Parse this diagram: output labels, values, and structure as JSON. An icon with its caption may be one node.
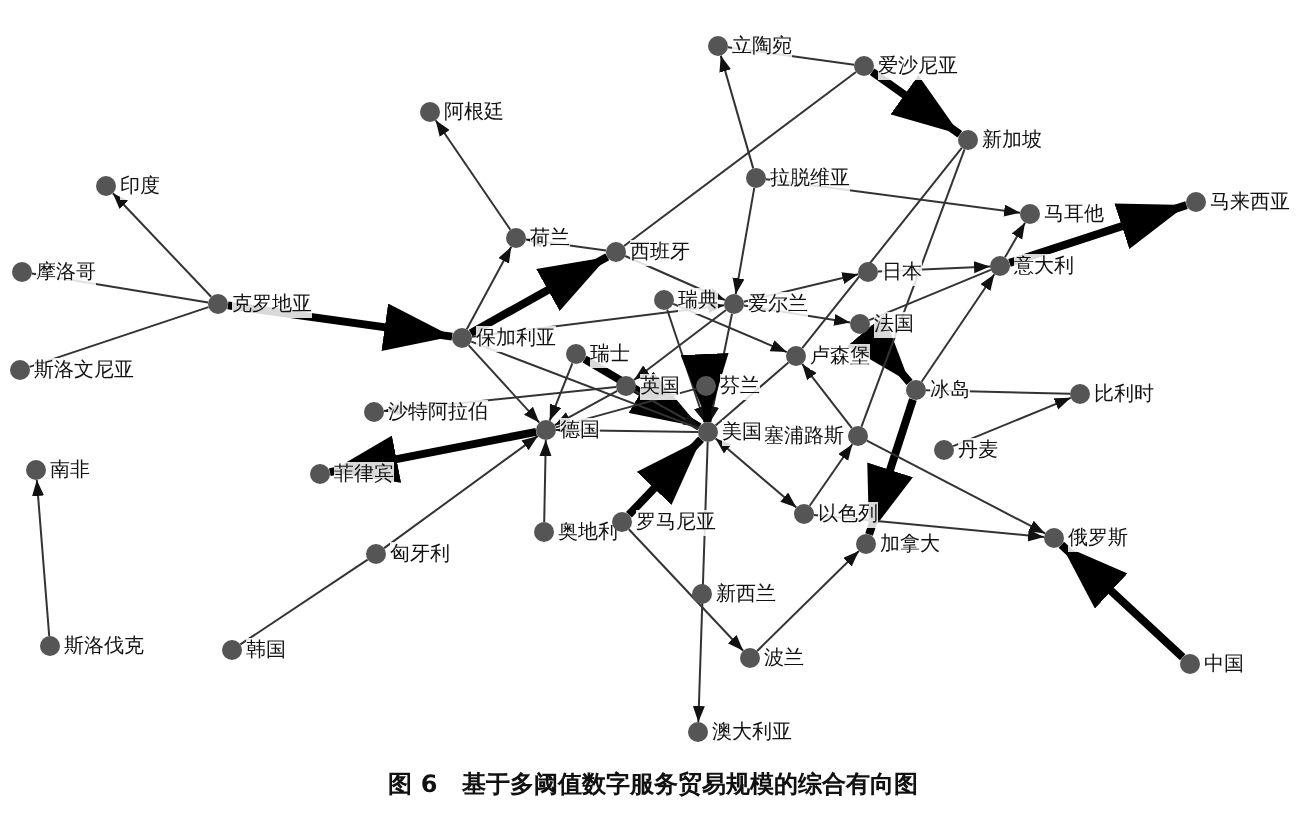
{
  "diagram": {
    "caption": "图 6　基于多阈值数字服务贸易规模的综合有向图",
    "nodes": [
      {
        "text": [
          "立陶宛"
        ]
      },
      {
        "text": [
          "爱沙尼亚"
        ]
      },
      {
        "text": [
          "阿根廷"
        ]
      },
      {
        "text": [
          "新加坡"
        ]
      },
      {
        "text": [
          "印度"
        ]
      },
      {
        "text": [
          "拉脱维亚"
        ]
      },
      {
        "text": [
          "马耳他"
        ]
      },
      {
        "text": [
          "马来西亚"
        ]
      },
      {
        "text": [
          "荷兰"
        ]
      },
      {
        "text": [
          "西班牙"
        ]
      },
      {
        "text": [
          "摩洛哥"
        ]
      },
      {
        "text": [
          "克罗地亚"
        ]
      },
      {
        "text": [
          "日本"
        ]
      },
      {
        "text": [
          "意大利"
        ]
      },
      {
        "text": [
          "瑞典"
        ]
      },
      {
        "text": [
          "爱尔兰"
        ]
      },
      {
        "text": [
          "保加利亚"
        ]
      },
      {
        "text": [
          "法国"
        ]
      },
      {
        "text": [
          "斯洛文尼亚"
        ]
      },
      {
        "text": [
          "瑞士"
        ]
      },
      {
        "text": [
          "卢森堡"
        ]
      },
      {
        "text": [
          "英国"
        ]
      },
      {
        "text": [
          "芬兰"
        ]
      },
      {
        "text": [
          "冰岛"
        ]
      },
      {
        "text": [
          "比利时"
        ]
      },
      {
        "text": [
          "沙特阿拉伯"
        ]
      },
      {
        "text": [
          "德国"
        ]
      },
      {
        "text": [
          "美国"
        ]
      },
      {
        "text": [
          "塞浦路斯"
        ]
      },
      {
        "text": [
          "丹麦"
        ]
      },
      {
        "text": [
          "南非"
        ]
      },
      {
        "text": [
          "菲律宾"
        ]
      },
      {
        "text": [
          "奥地利"
        ]
      },
      {
        "text": [
          "罗马尼亚"
        ]
      },
      {
        "text": [
          "以色列"
        ]
      },
      {
        "text": [
          "加拿大"
        ]
      },
      {
        "text": [
          "俄罗斯"
        ]
      },
      {
        "text": [
          "匈牙利"
        ]
      },
      {
        "text": [
          "新西兰"
        ]
      },
      {
        "text": [
          "斯洛伐克"
        ]
      },
      {
        "text": [
          "韩国"
        ]
      },
      {
        "text": [
          "波兰"
        ]
      },
      {
        "text": [
          "中国"
        ]
      },
      {
        "text": [
          "澳大利亚"
        ]
      }
    ],
    "edges": [
      {
        "from": 11,
        "to": 4,
        "arrow": "to"
      },
      {
        "from": 11,
        "to": 10,
        "arrow": "none"
      },
      {
        "from": 11,
        "to": 18,
        "arrow": "none"
      },
      {
        "from": 11,
        "to": 16,
        "arrow": "to",
        "style": "thick"
      },
      {
        "from": 16,
        "to": 8,
        "arrow": "to"
      },
      {
        "from": 16,
        "to": 9,
        "arrow": "to",
        "style": "thick"
      },
      {
        "from": 8,
        "to": 2,
        "arrow": "to"
      },
      {
        "from": 9,
        "to": 8,
        "arrow": "to"
      },
      {
        "from": 5,
        "to": 0,
        "arrow": "to"
      },
      {
        "from": 1,
        "to": 0,
        "arrow": "none"
      },
      {
        "from": 1,
        "to": 3,
        "arrow": "to",
        "style": "thick"
      },
      {
        "from": 5,
        "to": 6,
        "arrow": "to"
      },
      {
        "from": 13,
        "to": 7,
        "arrow": "to",
        "style": "thick"
      },
      {
        "from": 13,
        "to": 6,
        "arrow": "to"
      },
      {
        "from": 23,
        "to": 13,
        "arrow": "to"
      },
      {
        "from": 15,
        "to": 12,
        "arrow": "to"
      },
      {
        "from": 15,
        "to": 17,
        "arrow": "to"
      },
      {
        "from": 17,
        "to": 23,
        "arrow": "to",
        "style": "thick"
      },
      {
        "from": 23,
        "to": 35,
        "arrow": "to",
        "style": "thick"
      },
      {
        "from": 29,
        "to": 24,
        "arrow": "to"
      },
      {
        "from": 23,
        "to": 24,
        "arrow": "none"
      },
      {
        "from": 42,
        "to": 36,
        "arrow": "to",
        "style": "thick"
      },
      {
        "from": 28,
        "to": 36,
        "arrow": "to"
      },
      {
        "from": 34,
        "to": 36,
        "arrow": "to"
      },
      {
        "from": 41,
        "to": 35,
        "arrow": "to"
      },
      {
        "from": 33,
        "to": 41,
        "arrow": "to"
      },
      {
        "from": 27,
        "to": 43,
        "arrow": "to"
      },
      {
        "from": 27,
        "to": 34,
        "arrow": "both"
      },
      {
        "from": 33,
        "to": 27,
        "arrow": "to",
        "style": "thick"
      },
      {
        "from": 32,
        "to": 26,
        "arrow": "to"
      },
      {
        "from": 27,
        "to": 26,
        "arrow": "to"
      },
      {
        "from": 26,
        "to": 31,
        "arrow": "to",
        "style": "thick"
      },
      {
        "from": 21,
        "to": 25,
        "arrow": "to"
      },
      {
        "from": 37,
        "to": 26,
        "arrow": "to"
      },
      {
        "from": 40,
        "to": 37,
        "arrow": "none"
      },
      {
        "from": 39,
        "to": 30,
        "arrow": "to"
      },
      {
        "from": 19,
        "to": 27,
        "arrow": "to",
        "style": "thick"
      },
      {
        "from": 21,
        "to": 27,
        "arrow": "to"
      },
      {
        "from": 14,
        "to": 27,
        "arrow": "to"
      },
      {
        "from": 15,
        "to": 27,
        "arrow": "to"
      },
      {
        "from": 22,
        "to": 27,
        "arrow": "to",
        "style": "thick"
      },
      {
        "from": 15,
        "to": 21,
        "arrow": "to"
      },
      {
        "from": 16,
        "to": 15,
        "arrow": "to"
      },
      {
        "from": 9,
        "to": 15,
        "arrow": "to"
      },
      {
        "from": 5,
        "to": 15,
        "arrow": "to"
      },
      {
        "from": 1,
        "to": 9,
        "arrow": "none"
      },
      {
        "from": 3,
        "to": 20,
        "arrow": "none"
      },
      {
        "from": 3,
        "to": 28,
        "arrow": "none"
      },
      {
        "from": 12,
        "to": 13,
        "arrow": "to"
      },
      {
        "from": 17,
        "to": 13,
        "arrow": "none"
      },
      {
        "from": 28,
        "to": 20,
        "arrow": "to"
      },
      {
        "from": 34,
        "to": 28,
        "arrow": "to"
      },
      {
        "from": 16,
        "to": 26,
        "arrow": "to"
      },
      {
        "from": 16,
        "to": 27,
        "arrow": "none"
      },
      {
        "from": 19,
        "to": 26,
        "arrow": "to"
      },
      {
        "from": 21,
        "to": 26,
        "arrow": "to"
      },
      {
        "from": 22,
        "to": 26,
        "arrow": "none"
      },
      {
        "from": 14,
        "to": 20,
        "arrow": "to"
      },
      {
        "from": 27,
        "to": 20,
        "arrow": "none"
      }
    ]
  }
}
